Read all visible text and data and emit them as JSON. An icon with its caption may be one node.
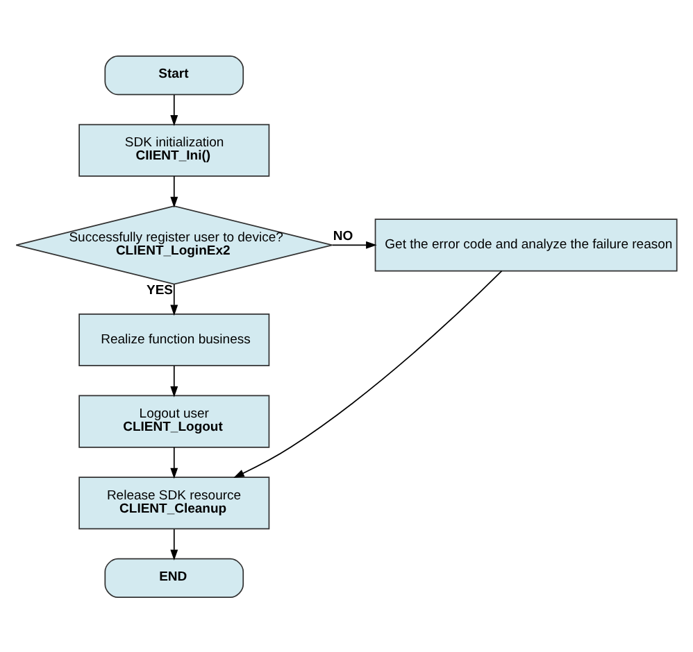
{
  "diagram": {
    "nodes": [
      {
        "text": [
          "Start"
        ]
      },
      {
        "text": [
          "SDK initialization",
          "CIIENT_Ini()"
        ]
      },
      {
        "text": [
          "Successfully register user to device?",
          "CLIENT_LoginEx2"
        ]
      },
      {
        "text": [
          "Get the error code and analyze the failure reason"
        ]
      },
      {
        "text": [
          "Realize function business"
        ]
      },
      {
        "text": [
          "Logout user",
          "CLIENT_Logout"
        ]
      },
      {
        "text": [
          "Release SDK resource",
          "CLIENT_Cleanup"
        ]
      },
      {
        "text": [
          "END"
        ]
      }
    ],
    "edges": [
      {
        "from": 0,
        "to": 1,
        "arrow": "to"
      },
      {
        "from": 1,
        "to": 2,
        "arrow": "to"
      },
      {
        "from": 2,
        "to": 3,
        "arrow": "to",
        "label": "NO"
      },
      {
        "from": 2,
        "to": 4,
        "arrow": "to",
        "label": "YES"
      },
      {
        "from": 4,
        "to": 5,
        "arrow": "to"
      },
      {
        "from": 5,
        "to": 6,
        "arrow": "to"
      },
      {
        "from": 3,
        "to": 6,
        "arrow": "to"
      },
      {
        "from": 6,
        "to": 7,
        "arrow": "to"
      }
    ]
  }
}
